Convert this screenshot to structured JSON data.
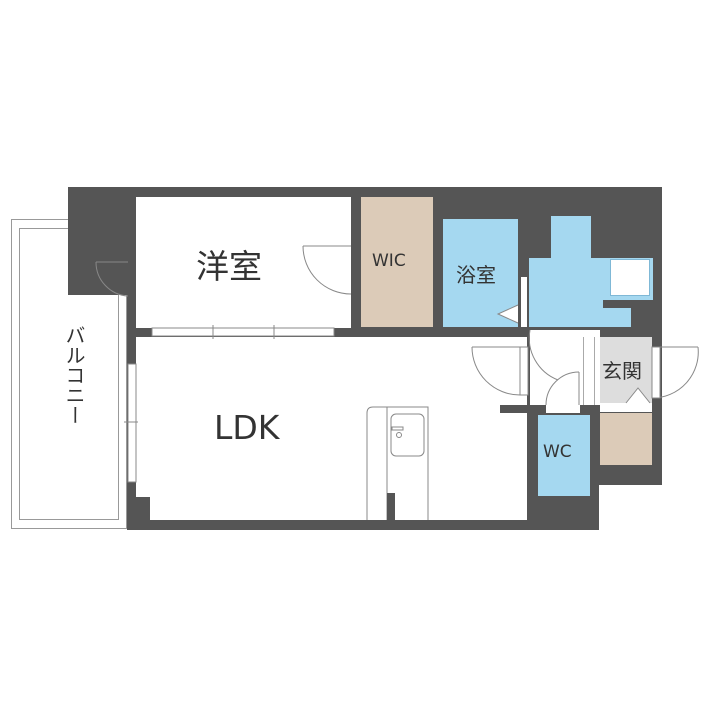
{
  "floorplan": {
    "rooms": {
      "western_room": "洋室",
      "wic": "WIC",
      "bathroom": "浴室",
      "entrance": "玄関",
      "wc": "WC",
      "ldk": "LDK",
      "balcony": "バルコニー"
    },
    "colors": {
      "wall": "#555555",
      "wet_area": "#a5d8f0",
      "storage": "#dccbb8",
      "entrance": "#dddddd"
    }
  }
}
